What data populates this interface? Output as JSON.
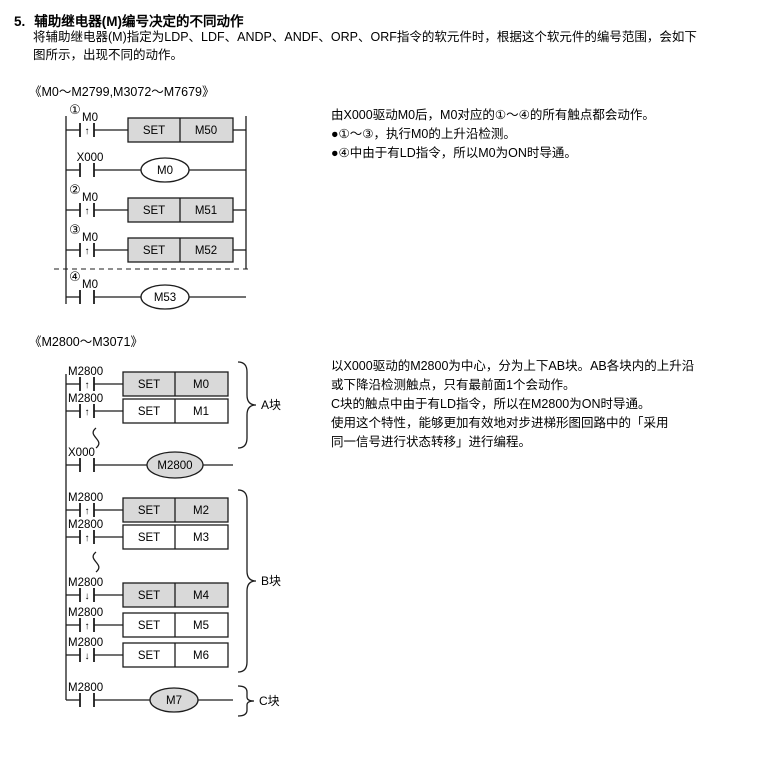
{
  "colors": {
    "shaded": "#d9d9d9"
  },
  "heading": {
    "number": "5.",
    "title": "辅助继电器(M)编号决定的不同动作"
  },
  "intro": {
    "line1": "将辅助继电器(M)指定为LDP、LDF、ANDP、ANDF、ORP、ORF指令的软元件时，根据这个软元件的编号范围，会如下",
    "line2": "图所示，出现不同的动作。"
  },
  "diagram1": {
    "caption": "《M0～M2799,M3072～M7679》",
    "rungs": {
      "r1": {
        "num": "①",
        "contact": "M0",
        "arrow": "↑",
        "action": "SET",
        "target": "M50"
      },
      "r2": {
        "contact": "X000",
        "coil": "M0"
      },
      "r3": {
        "num": "②",
        "contact": "M0",
        "arrow": "↑",
        "action": "SET",
        "target": "M51"
      },
      "r4": {
        "num": "③",
        "contact": "M0",
        "arrow": "↑",
        "action": "SET",
        "target": "M52"
      },
      "r5": {
        "num": "④",
        "contact": "M0",
        "coil": "M53"
      }
    },
    "notes": [
      "由X000驱动M0后，M0对应的①～④的所有触点都会动作。",
      "●①～③，执行M0的上升沿检测。",
      "●④中由于有LD指令，所以M0为ON时导通。"
    ]
  },
  "diagram2": {
    "caption": "《M2800～M3071》",
    "rungs": {
      "r1": {
        "contact": "M2800",
        "arrow": "↑",
        "action": "SET",
        "target": "M0"
      },
      "r2": {
        "contact": "M2800",
        "arrow": "↑",
        "action": "SET",
        "target": "M1"
      },
      "r3": {
        "contact": "X000",
        "coil": "M2800"
      },
      "r4": {
        "contact": "M2800",
        "arrow": "↑",
        "action": "SET",
        "target": "M2"
      },
      "r5": {
        "contact": "M2800",
        "arrow": "↑",
        "action": "SET",
        "target": "M3"
      },
      "r6": {
        "contact": "M2800",
        "arrow": "↓",
        "action": "SET",
        "target": "M4"
      },
      "r7": {
        "contact": "M2800",
        "arrow": "↑",
        "action": "SET",
        "target": "M5"
      },
      "r8": {
        "contact": "M2800",
        "arrow": "↓",
        "action": "SET",
        "target": "M6"
      },
      "r9": {
        "contact": "M2800",
        "coil": "M7"
      }
    },
    "blocks": {
      "a": "A块",
      "b": "B块",
      "c": "C块"
    },
    "notes": [
      "以X000驱动的M2800为中心，分为上下AB块。AB各块内的上升沿",
      "或下降沿检测触点，只有最前面1个会动作。",
      "C块的触点中由于有LD指令，所以在M2800为ON时导通。",
      "使用这个特性，能够更加有效地对步进梯形图回路中的「采用",
      "同一信号进行状态转移」进行编程。"
    ]
  }
}
